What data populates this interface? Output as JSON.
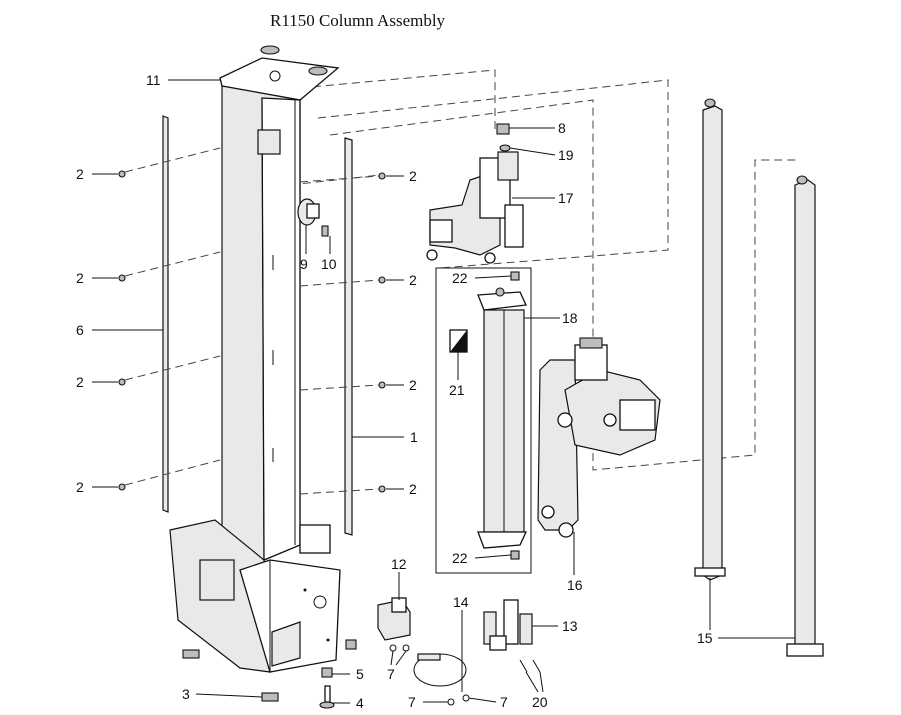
{
  "title": "R1150  Column Assembly",
  "labels": {
    "l11": "11",
    "l2a": "2",
    "l2b": "2",
    "l2c": "2",
    "l2d": "2",
    "l2e": "2",
    "l2f": "2",
    "l2g": "2",
    "l2h": "2",
    "l6": "6",
    "l1": "1",
    "l9": "9",
    "l10": "10",
    "l8": "8",
    "l19": "19",
    "l17": "17",
    "l22a": "22",
    "l22b": "22",
    "l18": "18",
    "l21": "21",
    "l16": "16",
    "l15": "15",
    "l12": "12",
    "l14": "14",
    "l13": "13",
    "l7a": "7",
    "l7b": "7",
    "l7c": "7",
    "l20": "20",
    "l5": "5",
    "l4": "4",
    "l3": "3"
  }
}
